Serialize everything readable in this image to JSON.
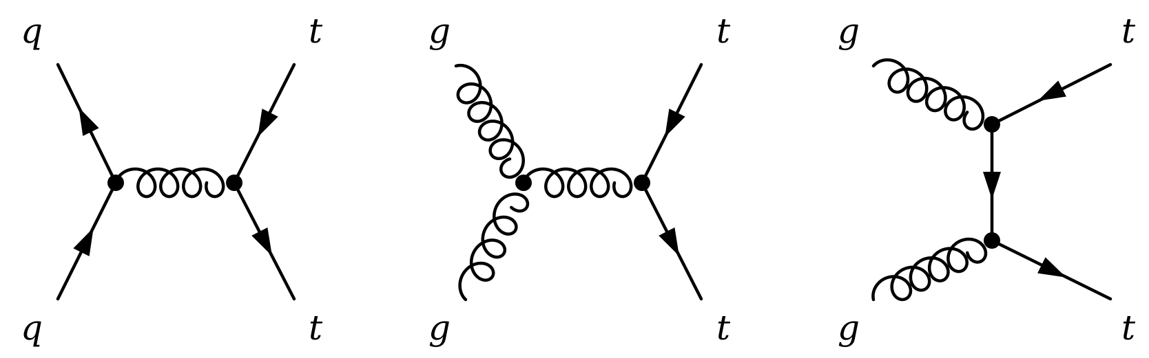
{
  "colors": {
    "line": "#000000",
    "background": "#ffffff"
  },
  "diagrams": [
    {
      "labels": {
        "top_left": "q",
        "bottom_left": "q",
        "top_right": "t",
        "bottom_right": "t"
      }
    },
    {
      "labels": {
        "top_left": "g",
        "bottom_left": "g",
        "top_right": "t",
        "bottom_right": "t"
      }
    },
    {
      "labels": {
        "top_left": "g",
        "bottom_left": "g",
        "top_right": "t",
        "bottom_right": "t"
      }
    }
  ]
}
